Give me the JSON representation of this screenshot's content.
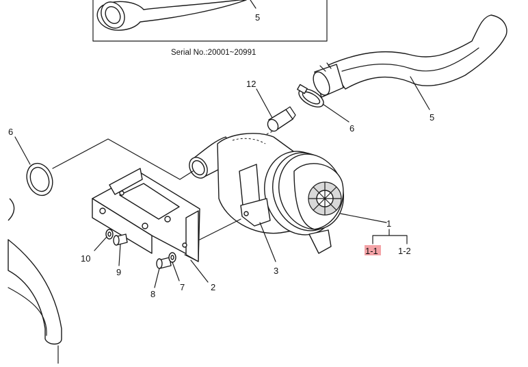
{
  "diagram": {
    "inset_caption": "Serial No.:20001~20991",
    "inset_callout": "5",
    "callouts": {
      "c1": "1",
      "c1_1": "1-1",
      "c1_2": "1-2",
      "c2": "2",
      "c3": "3",
      "c5": "5",
      "c6_right": "6",
      "c6_left": "6",
      "c7": "7",
      "c8": "8",
      "c9": "9",
      "c10": "10",
      "c12": "12"
    },
    "highlighted_callout": "1-1",
    "highlight_color": "#f4a3a7"
  }
}
